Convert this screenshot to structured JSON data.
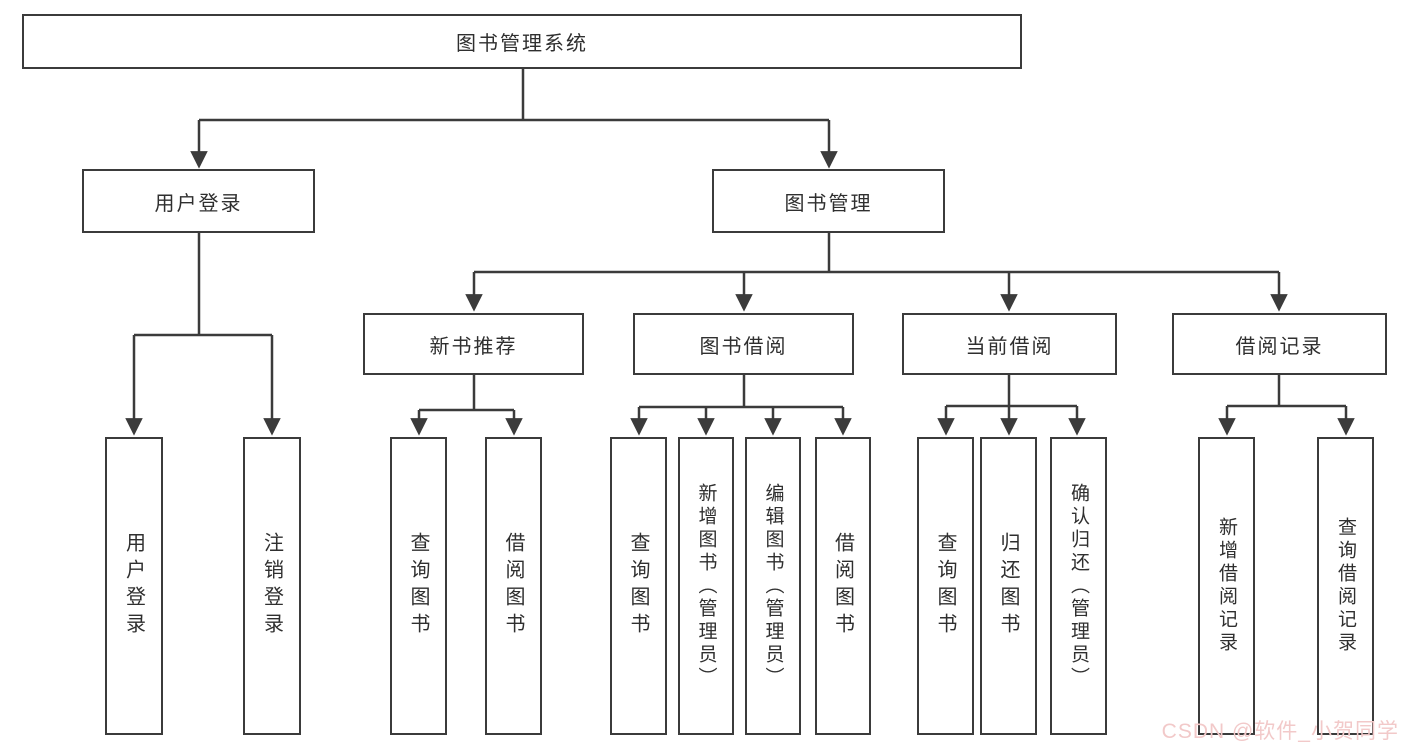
{
  "colors": {
    "background": "#ffffff",
    "line": "#3b3b3b",
    "box_border": "#3b3b3b",
    "text": "#2f2f2f",
    "watermark": "#f2c9c9"
  },
  "diagram": {
    "root": {
      "label": "图书管理系统"
    },
    "level2": [
      {
        "label": "用户登录"
      },
      {
        "label": "图书管理"
      }
    ],
    "level3": [
      {
        "label": "新书推荐"
      },
      {
        "label": "图书借阅"
      },
      {
        "label": "当前借阅"
      },
      {
        "label": "借阅记录"
      }
    ],
    "leaves": {
      "user_login": [
        {
          "label": "用户登录"
        },
        {
          "label": "注销登录"
        }
      ],
      "new_book": [
        {
          "label": "查询图书"
        },
        {
          "label": "借阅图书"
        }
      ],
      "book_borrow": [
        {
          "label": "查询图书"
        },
        {
          "label": "新增图书（管理员）"
        },
        {
          "label": "编辑图书（管理员）"
        },
        {
          "label": "借阅图书"
        }
      ],
      "current_borrow": [
        {
          "label": "查询图书"
        },
        {
          "label": "归还图书"
        },
        {
          "label": "确认归还（管理员）"
        }
      ],
      "borrow_record": [
        {
          "label": "新增借阅记录"
        },
        {
          "label": "查询借阅记录"
        }
      ]
    }
  },
  "watermark": {
    "text": "CSDN @软件_小贺同学"
  }
}
